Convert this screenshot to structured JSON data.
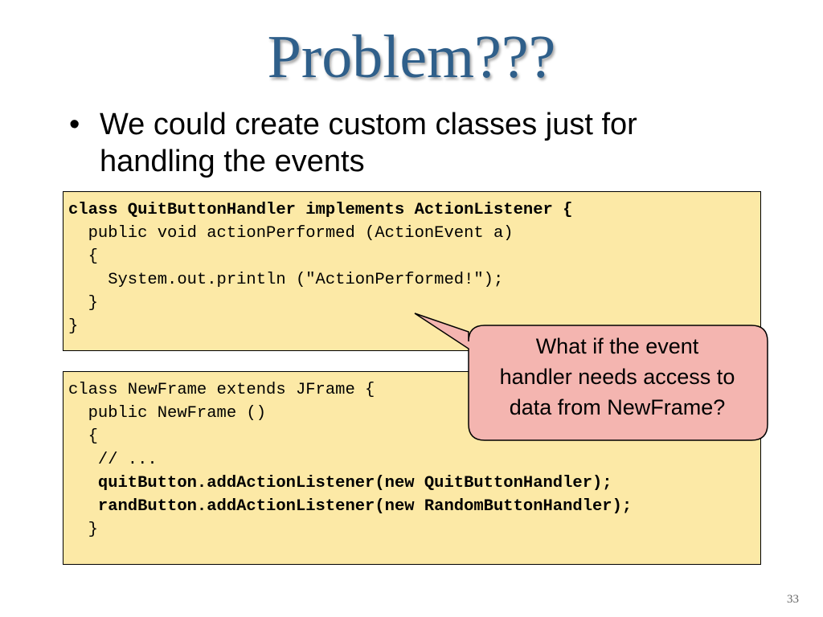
{
  "slide": {
    "title": "Problem???",
    "bullet_marker": "•",
    "bullet_lines": [
      "We could create custom classes just for",
      "handling the events"
    ],
    "code_block_1": [
      {
        "text": "class QuitButtonHandler implements ActionListener {",
        "bold": true
      },
      {
        "text": "  public void actionPerformed (ActionEvent a)",
        "bold": false
      },
      {
        "text": "  {",
        "bold": false
      },
      {
        "text": "    System.out.println (\"ActionPerformed!\");",
        "bold": false
      },
      {
        "text": "  }",
        "bold": false
      },
      {
        "text": "}",
        "bold": false
      }
    ],
    "code_block_2": [
      {
        "text": "class NewFrame extends JFrame {",
        "bold": false
      },
      {
        "text": "  public NewFrame ()",
        "bold": false
      },
      {
        "text": "  {",
        "bold": false
      },
      {
        "text": "   // ...",
        "bold": false
      },
      {
        "text": "   quitButton.addActionListener(new QuitButtonHandler);",
        "bold": true
      },
      {
        "text": "   randButton.addActionListener(new RandomButtonHandler);",
        "bold": true
      },
      {
        "text": "  }",
        "bold": false
      }
    ],
    "callout_lines": [
      "What if the event",
      "handler needs access to",
      "data from NewFrame?"
    ],
    "page_number": "33"
  },
  "colors": {
    "title": "#2f5f8a",
    "code_background": "#fce9a6",
    "callout_fill": "#f4b5b0"
  }
}
